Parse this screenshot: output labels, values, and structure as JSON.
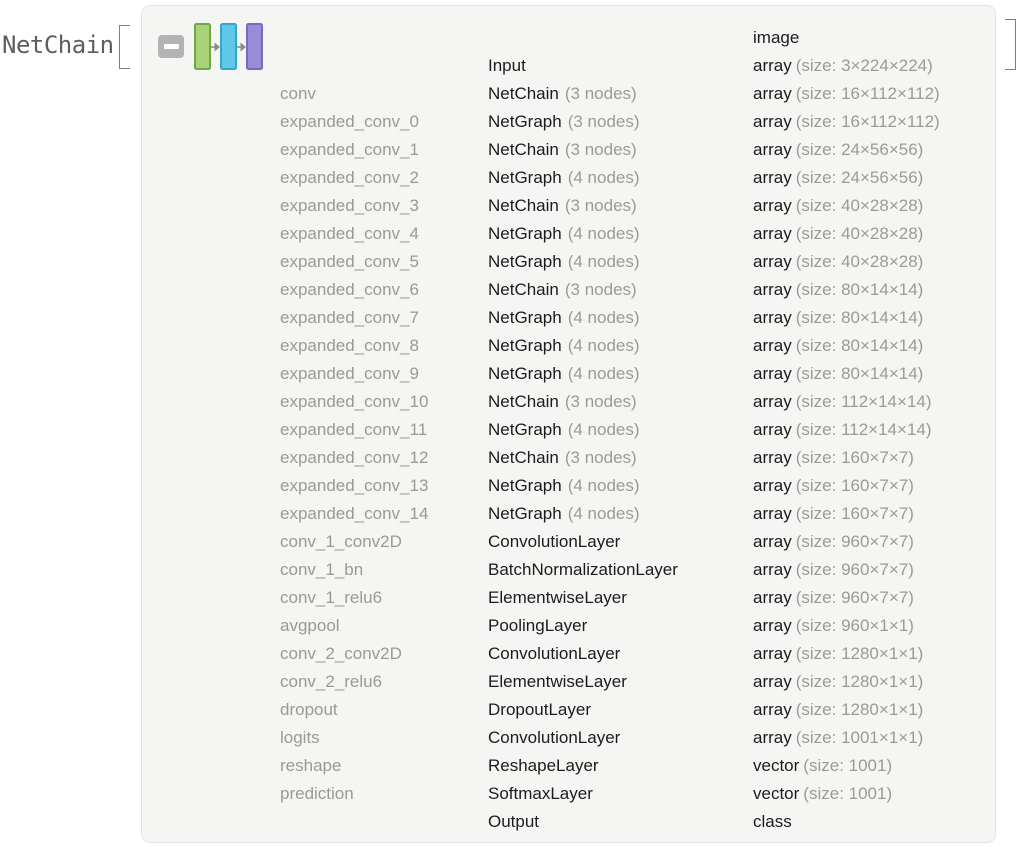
{
  "label": "NetChain",
  "brackets": {
    "open": "[",
    "close": "]"
  },
  "icons": {
    "collapse_button": "minus",
    "net_diagram_bars": [
      {
        "name": "layer-bar-green",
        "fill": "#a9d377",
        "border": "#70a845"
      },
      {
        "name": "layer-bar-blue",
        "fill": "#5ec8e8",
        "border": "#38a5cc"
      },
      {
        "name": "layer-bar-purple",
        "fill": "#998bd6",
        "border": "#7b68c0"
      }
    ],
    "arrow_color": "#8a8a8a"
  },
  "colors": {
    "panel_bg": "#f5f5f3",
    "panel_border": "#e3e3e1",
    "name_gray": "#999997",
    "text_black": "#1c1c1c",
    "note_gray": "#9a9a98"
  },
  "table": {
    "rows": [
      {
        "name": "",
        "type": "",
        "type_note": "",
        "output": "image",
        "output_note": ""
      },
      {
        "name": "",
        "type": "Input",
        "type_note": "",
        "output": "array",
        "output_note": "(size: 3×224×224)"
      },
      {
        "name": "conv",
        "type": "NetChain",
        "type_note": "(3 nodes)",
        "output": "array",
        "output_note": "(size: 16×112×112)"
      },
      {
        "name": "expanded_conv_0",
        "type": "NetGraph",
        "type_note": "(3 nodes)",
        "output": "array",
        "output_note": "(size: 16×112×112)"
      },
      {
        "name": "expanded_conv_1",
        "type": "NetChain",
        "type_note": "(3 nodes)",
        "output": "array",
        "output_note": "(size: 24×56×56)"
      },
      {
        "name": "expanded_conv_2",
        "type": "NetGraph",
        "type_note": "(4 nodes)",
        "output": "array",
        "output_note": "(size: 24×56×56)"
      },
      {
        "name": "expanded_conv_3",
        "type": "NetChain",
        "type_note": "(3 nodes)",
        "output": "array",
        "output_note": "(size: 40×28×28)"
      },
      {
        "name": "expanded_conv_4",
        "type": "NetGraph",
        "type_note": "(4 nodes)",
        "output": "array",
        "output_note": "(size: 40×28×28)"
      },
      {
        "name": "expanded_conv_5",
        "type": "NetGraph",
        "type_note": "(4 nodes)",
        "output": "array",
        "output_note": "(size: 40×28×28)"
      },
      {
        "name": "expanded_conv_6",
        "type": "NetChain",
        "type_note": "(3 nodes)",
        "output": "array",
        "output_note": "(size: 80×14×14)"
      },
      {
        "name": "expanded_conv_7",
        "type": "NetGraph",
        "type_note": "(4 nodes)",
        "output": "array",
        "output_note": "(size: 80×14×14)"
      },
      {
        "name": "expanded_conv_8",
        "type": "NetGraph",
        "type_note": "(4 nodes)",
        "output": "array",
        "output_note": "(size: 80×14×14)"
      },
      {
        "name": "expanded_conv_9",
        "type": "NetGraph",
        "type_note": "(4 nodes)",
        "output": "array",
        "output_note": "(size: 80×14×14)"
      },
      {
        "name": "expanded_conv_10",
        "type": "NetChain",
        "type_note": "(3 nodes)",
        "output": "array",
        "output_note": "(size: 112×14×14)"
      },
      {
        "name": "expanded_conv_11",
        "type": "NetGraph",
        "type_note": "(4 nodes)",
        "output": "array",
        "output_note": "(size: 112×14×14)"
      },
      {
        "name": "expanded_conv_12",
        "type": "NetChain",
        "type_note": "(3 nodes)",
        "output": "array",
        "output_note": "(size: 160×7×7)"
      },
      {
        "name": "expanded_conv_13",
        "type": "NetGraph",
        "type_note": "(4 nodes)",
        "output": "array",
        "output_note": "(size: 160×7×7)"
      },
      {
        "name": "expanded_conv_14",
        "type": "NetGraph",
        "type_note": "(4 nodes)",
        "output": "array",
        "output_note": "(size: 160×7×7)"
      },
      {
        "name": "conv_1_conv2D",
        "type": "ConvolutionLayer",
        "type_note": "",
        "output": "array",
        "output_note": "(size: 960×7×7)"
      },
      {
        "name": "conv_1_bn",
        "type": "BatchNormalizationLayer",
        "type_note": "",
        "output": "array",
        "output_note": "(size: 960×7×7)"
      },
      {
        "name": "conv_1_relu6",
        "type": "ElementwiseLayer",
        "type_note": "",
        "output": "array",
        "output_note": "(size: 960×7×7)"
      },
      {
        "name": "avgpool",
        "type": "PoolingLayer",
        "type_note": "",
        "output": "array",
        "output_note": "(size: 960×1×1)"
      },
      {
        "name": "conv_2_conv2D",
        "type": "ConvolutionLayer",
        "type_note": "",
        "output": "array",
        "output_note": "(size: 1280×1×1)"
      },
      {
        "name": "conv_2_relu6",
        "type": "ElementwiseLayer",
        "type_note": "",
        "output": "array",
        "output_note": "(size: 1280×1×1)"
      },
      {
        "name": "dropout",
        "type": "DropoutLayer",
        "type_note": "",
        "output": "array",
        "output_note": "(size: 1280×1×1)"
      },
      {
        "name": "logits",
        "type": "ConvolutionLayer",
        "type_note": "",
        "output": "array",
        "output_note": "(size: 1001×1×1)"
      },
      {
        "name": "reshape",
        "type": "ReshapeLayer",
        "type_note": "",
        "output": "vector",
        "output_note": "(size: 1001)"
      },
      {
        "name": "prediction",
        "type": "SoftmaxLayer",
        "type_note": "",
        "output": "vector",
        "output_note": "(size: 1001)"
      },
      {
        "name": "",
        "type": "Output",
        "type_note": "",
        "output": "class",
        "output_note": ""
      }
    ]
  }
}
